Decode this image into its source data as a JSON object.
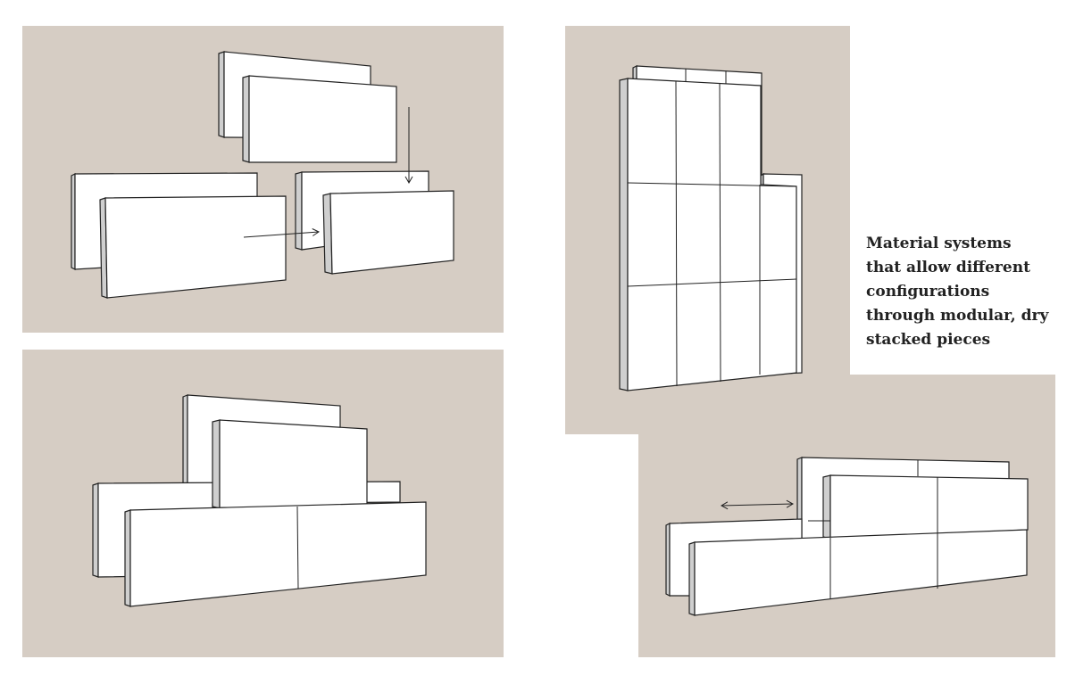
{
  "caption": "Material systems\nthat allow different\nconfigurations\nthrough modular, dry\nstacked pieces",
  "colors": {
    "background": "#d6cdc4",
    "block_face": "#ffffff",
    "block_side": "#cfcfcf",
    "line": "#222222"
  },
  "panels": [
    {
      "name": "separated-modules-with-arrows"
    },
    {
      "name": "stacked-assembly"
    },
    {
      "name": "tall-grid-assembly"
    },
    {
      "name": "sliding-assembly"
    }
  ]
}
